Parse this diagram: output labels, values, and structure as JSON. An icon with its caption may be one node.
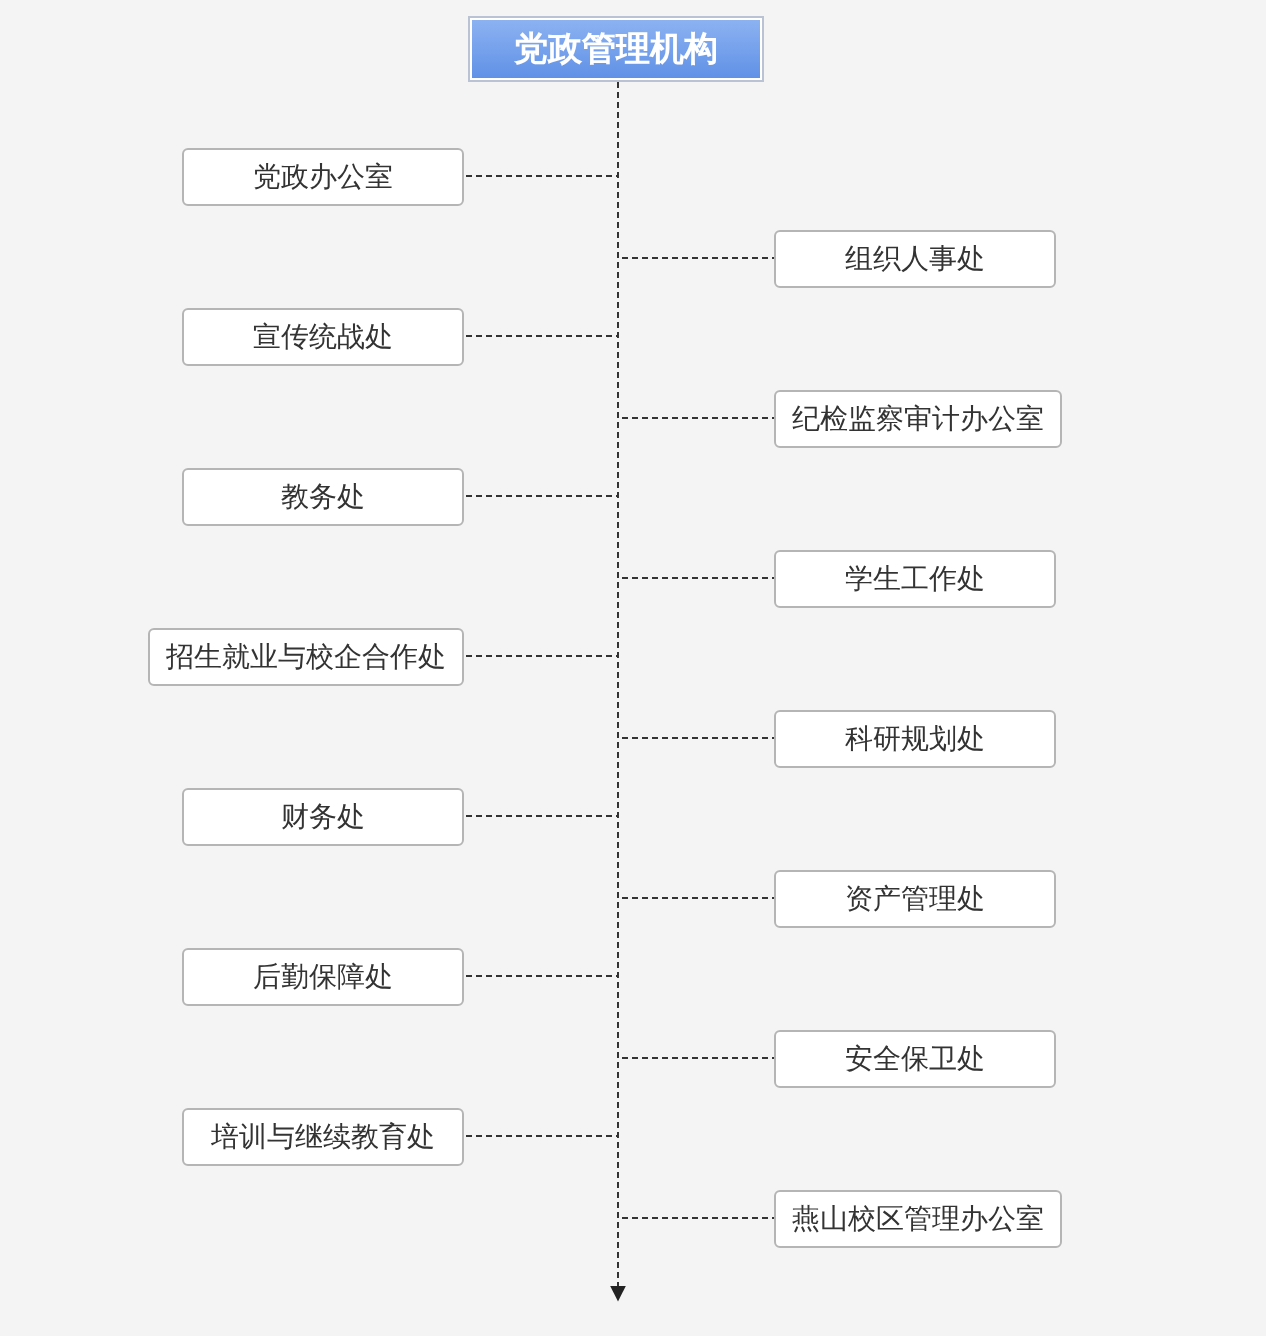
{
  "diagram": {
    "nodes": [
      {
        "text": [
          "党政管理机构"
        ]
      },
      {
        "text": [
          "党政办公室"
        ]
      },
      {
        "text": [
          "组织人事处"
        ]
      },
      {
        "text": [
          "宣传统战处"
        ]
      },
      {
        "text": [
          "纪检监察审计办公室"
        ]
      },
      {
        "text": [
          "教务处"
        ]
      },
      {
        "text": [
          "学生工作处"
        ]
      },
      {
        "text": [
          "招生就业与校企合作处"
        ]
      },
      {
        "text": [
          "科研规划处"
        ]
      },
      {
        "text": [
          "财务处"
        ]
      },
      {
        "text": [
          "资产管理处"
        ]
      },
      {
        "text": [
          "后勤保障处"
        ]
      },
      {
        "text": [
          "安全保卫处"
        ]
      },
      {
        "text": [
          "培训与继续教育处"
        ]
      },
      {
        "text": [
          "燕山校区管理办公室"
        ]
      }
    ],
    "edges": [
      {
        "from": 0,
        "to": 1,
        "arrow": "none",
        "style": "dashed"
      },
      {
        "from": 0,
        "to": 2,
        "arrow": "none",
        "style": "dashed"
      },
      {
        "from": 0,
        "to": 3,
        "arrow": "none",
        "style": "dashed"
      },
      {
        "from": 0,
        "to": 4,
        "arrow": "none",
        "style": "dashed"
      },
      {
        "from": 0,
        "to": 5,
        "arrow": "none",
        "style": "dashed"
      },
      {
        "from": 0,
        "to": 6,
        "arrow": "none",
        "style": "dashed"
      },
      {
        "from": 0,
        "to": 7,
        "arrow": "none",
        "style": "dashed"
      },
      {
        "from": 0,
        "to": 8,
        "arrow": "none",
        "style": "dashed"
      },
      {
        "from": 0,
        "to": 9,
        "arrow": "none",
        "style": "dashed"
      },
      {
        "from": 0,
        "to": 10,
        "arrow": "none",
        "style": "dashed"
      },
      {
        "from": 0,
        "to": 11,
        "arrow": "none",
        "style": "dashed"
      },
      {
        "from": 0,
        "to": 12,
        "arrow": "none",
        "style": "dashed"
      },
      {
        "from": 0,
        "to": 13,
        "arrow": "none",
        "style": "dashed"
      },
      {
        "from": 0,
        "to": 14,
        "arrow": "none",
        "style": "dashed"
      },
      {
        "from": 0,
        "to": null,
        "arrow": "to",
        "style": "dashed"
      }
    ]
  }
}
